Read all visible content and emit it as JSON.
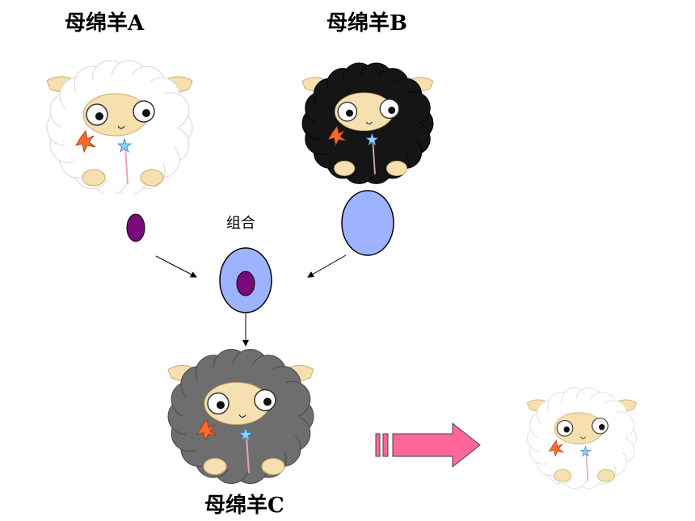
{
  "labels": {
    "sheep_a": "母绵羊A",
    "sheep_b": "母绵羊B",
    "sheep_c": "母绵羊C",
    "combine": "组合"
  },
  "colors": {
    "nucleus": "#7a0a7a",
    "cell": "#9db3ff",
    "arrow_pink": "#ff6699",
    "wool_white": "#ffffff",
    "wool_black": "#151515",
    "wool_gray": "#6e6e6e",
    "face": "#f7e0b0"
  }
}
